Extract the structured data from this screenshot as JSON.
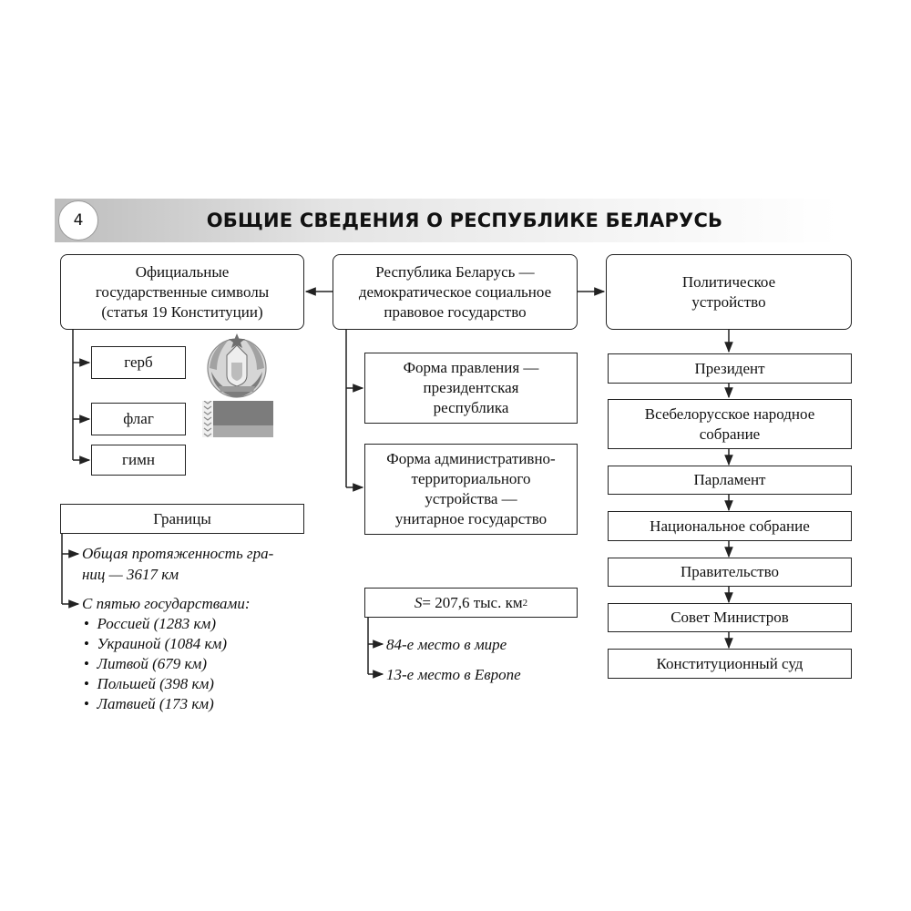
{
  "header": {
    "page_number": "4",
    "title": "ОБЩИЕ СВЕДЕНИЯ О РЕСПУБЛИКЕ БЕЛАРУСЬ"
  },
  "symbols": {
    "title_lines": [
      "Официальные",
      "государственные символы",
      "(статья 19 Конституции)"
    ],
    "items": [
      "герб",
      "флаг",
      "гимн"
    ]
  },
  "republic": {
    "title_lines": [
      "Республика Беларусь —",
      "демократическое социальное",
      "правовое государство"
    ],
    "form_government": [
      "Форма правления —",
      "президентская",
      "республика"
    ],
    "form_territorial": [
      "Форма административно-",
      "территориального",
      "устройства —",
      "унитарное государство"
    ]
  },
  "political": {
    "title_lines": [
      "Политическое",
      "устройство"
    ],
    "items": [
      "Президент",
      "Всебелорусское народное собрание",
      "Парламент",
      "Национальное собрание",
      "Правительство",
      "Совет Министров",
      "Конституционный суд"
    ]
  },
  "borders": {
    "title": "Границы",
    "total_lines": [
      "Общая протяженность гра-",
      "ниц — 3617 км"
    ],
    "neighbors_title": "С пятью государствами:",
    "neighbors": [
      "Россией (1283 км)",
      "Украиной (1084 км)",
      "Литвой (679 км)",
      "Польшей (398 км)",
      "Латвией (173 км)"
    ]
  },
  "area": {
    "label_s": "S",
    "value": " = 207,6 тыс. км",
    "sup": "2",
    "rank_world": "84-е место в мире",
    "rank_europe": "13-е место в Европе"
  }
}
